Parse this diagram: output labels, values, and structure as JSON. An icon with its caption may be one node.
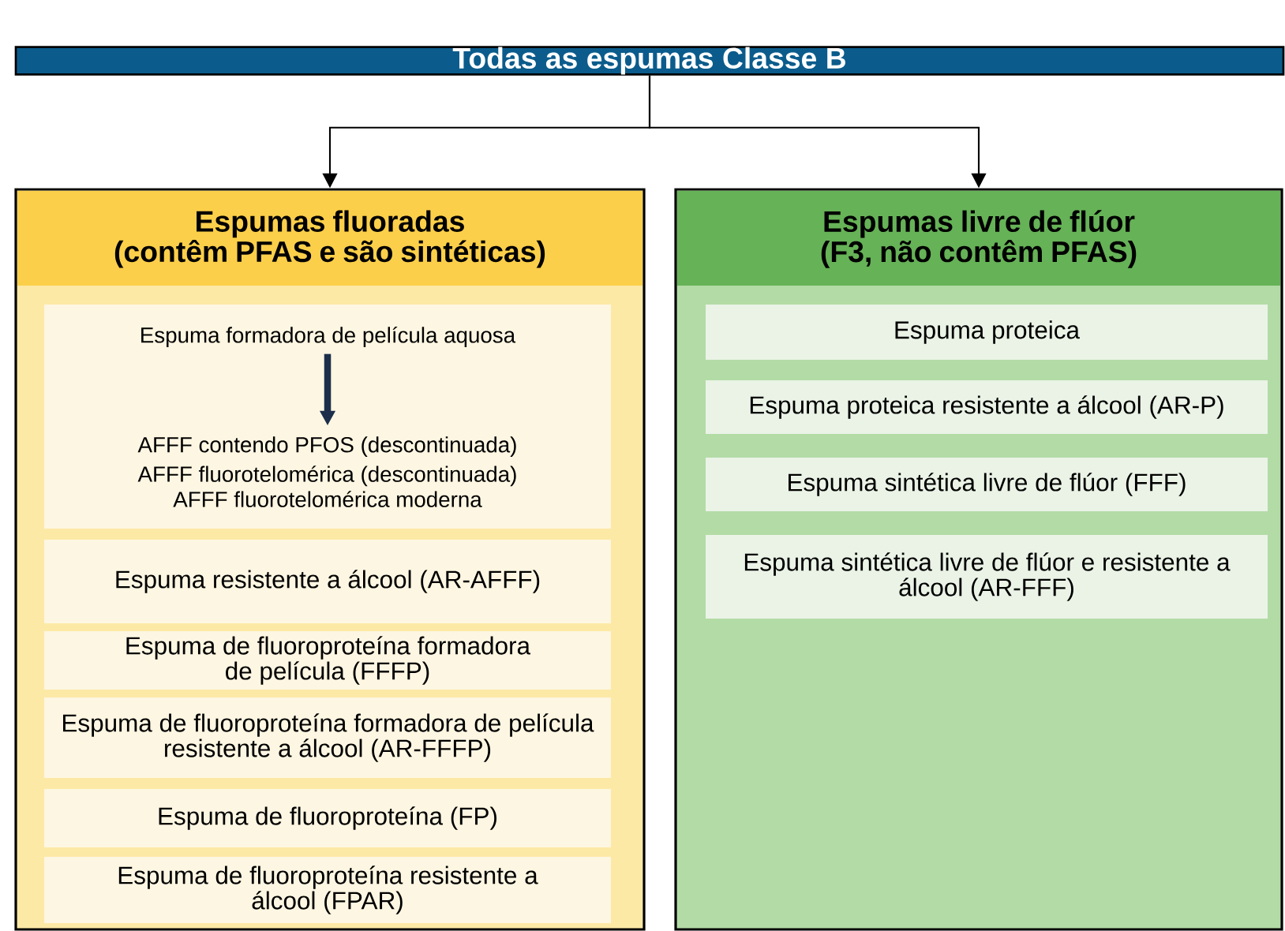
{
  "diagram": {
    "nodes": [
      {
        "text": [
          "Todas as espumas Classe B"
        ]
      },
      {
        "text": [
          "Espumas fluoradas",
          "(contêm PFAS e são sintéticas)"
        ]
      },
      {
        "text": [
          "Espumas livre de flúor",
          "(F3, não contêm PFAS)"
        ]
      },
      {
        "text": [],
        "shape": "box",
        "in": 1
      },
      {
        "text": [
          "Espuma formadora de película aquosa"
        ],
        "in": 3
      },
      {
        "text": [
          "AFFF contendo PFOS (descontinuada)",
          "AFFF fluorotelomérica (descontinuada)",
          "AFFF fluorotelomérica moderna"
        ],
        "in": 3
      },
      {
        "text": [
          "Espuma resistente a álcool (AR-AFFF)"
        ],
        "in": 1
      },
      {
        "text": [
          "Espuma de fluoroproteína formadora de película (FFFP)"
        ],
        "in": 1
      },
      {
        "text": [
          "Espuma de fluoroproteína formadora de película resistente a álcool (AR-FFFP)"
        ],
        "in": 1
      },
      {
        "text": [
          "Espuma de fluoroproteína (FP)"
        ],
        "in": 1
      },
      {
        "text": [
          "Espuma de fluoroproteína resistente a álcool (FPAR)"
        ],
        "in": 1
      },
      {
        "text": [
          "Espuma proteica"
        ],
        "in": 2
      },
      {
        "text": [
          "Espuma proteica resistente a álcool (AR-P)"
        ],
        "in": 2
      },
      {
        "text": [
          "Espuma sintética livre de flúor (FFF)"
        ],
        "in": 2
      },
      {
        "text": [
          "Espuma sintética livre de flúor e resistente a álcool (AR-FFF)"
        ],
        "in": 2
      }
    ],
    "edges": [
      {
        "from": 0,
        "to": 1,
        "arrow": "to"
      },
      {
        "from": 0,
        "to": 2,
        "arrow": "to"
      },
      {
        "from": 4,
        "to": 5,
        "arrow": "to",
        "style": "thick",
        "color": "#1c2e4a"
      }
    ]
  }
}
